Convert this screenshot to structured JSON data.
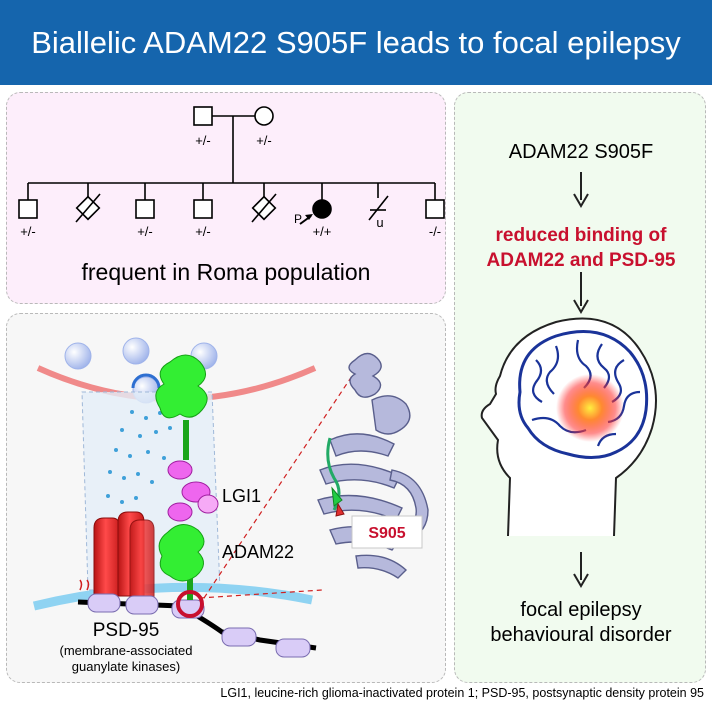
{
  "title": "Biallelic ADAM22 S905F leads to focal epilepsy",
  "pedigree": {
    "parents": [
      "+/-",
      "+/-"
    ],
    "children": [
      "+/-",
      "+/-",
      "+/-",
      "+/+",
      "u",
      "-/-"
    ],
    "proband_marker": "P",
    "caption": "frequent in Roma population"
  },
  "mechanism": {
    "lgi1_label": "LGI1",
    "adam22_label": "ADAM22",
    "psd95_label": "PSD-95",
    "psd95_desc_line1": "(membrane-associated",
    "psd95_desc_line2": "guanylate kinases)",
    "residue_label": "S905"
  },
  "flow": {
    "step1": "ADAM22 S905F",
    "step2_line1": "reduced binding of",
    "step2_line2": "ADAM22 and PSD-95",
    "step3_line1": "focal epilepsy",
    "step3_line2": "behavioural disorder"
  },
  "footnote": "LGI1, leucine-rich glioma-inactivated protein 1;  PSD-95, postsynaptic density protein 95",
  "colors": {
    "title_bg": "#1565ad",
    "highlight_text": "#c8102e",
    "lgi1_fill": "#ee66ee",
    "adam22_fill": "#33ee33",
    "psd95_fill": "#d9ccf7",
    "channel_fill": "#e83030",
    "brain_outline": "#1a3399"
  }
}
